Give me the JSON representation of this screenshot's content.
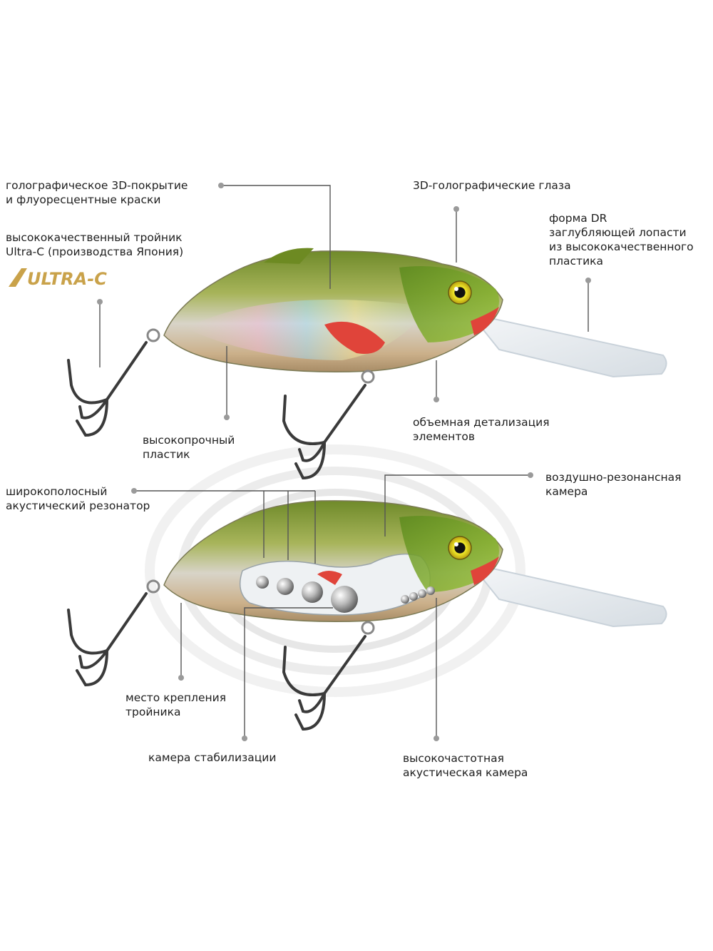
{
  "labels": {
    "holo_coating": [
      "голографическое 3D-покрытие",
      "и флуоресцентные краски"
    ],
    "treble_hook": [
      "высококачественный тройник",
      "Ultra-C (производства Япония)"
    ],
    "logo_text": "ULTRA-C",
    "holo_eyes": [
      "3D-голографические глаза"
    ],
    "dr_lip": [
      "форма DR",
      "заглубляющей лопасти",
      "из высококачественного",
      "пластика"
    ],
    "plastic": [
      "высокопрочный",
      "пластик"
    ],
    "detail": [
      "объемная детализация",
      "элементов"
    ],
    "resonator": [
      "широкополосный",
      "акустический резонатор"
    ],
    "air_chamber": [
      "воздушно-резонансная",
      "камера"
    ],
    "hook_mount": [
      "место крепления",
      "тройника"
    ],
    "stab_chamber": [
      "камера стабилизации"
    ],
    "hf_chamber": [
      "высокочастотная",
      "акустическая камера"
    ]
  },
  "colors": {
    "leader_line": "#555555",
    "body_green": "#8a9a3a",
    "body_belly": "#c9b48a",
    "fin_red": "#e0443a",
    "eye_yellow": "#e8e020",
    "logo_gold": "#c9a24a"
  }
}
